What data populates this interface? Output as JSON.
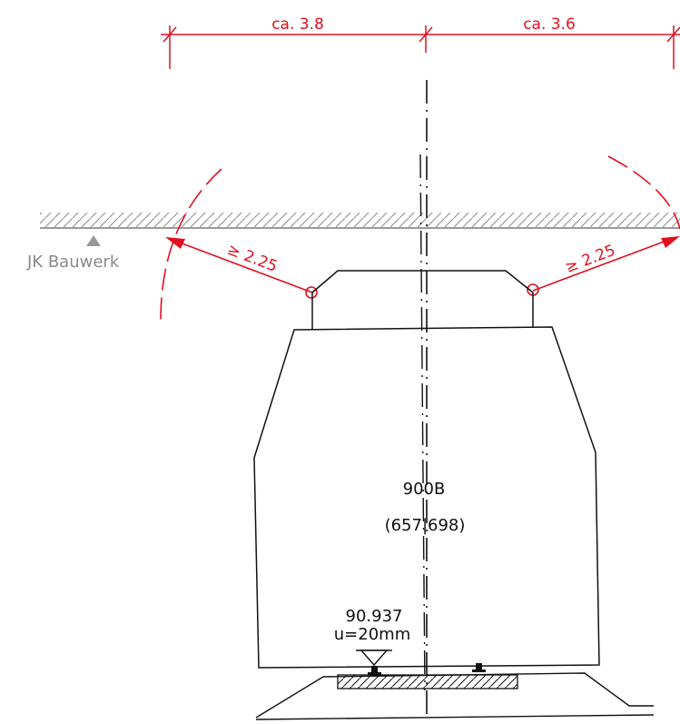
{
  "dimensions": {
    "left_width": "ca. 3.8",
    "right_width": "ca. 3.6",
    "left_clearance": "≥ 2.25",
    "right_clearance": "≥ 2.25"
  },
  "structure": {
    "soffit_label": "JK Bauwerk"
  },
  "vehicle": {
    "type_label": "900B",
    "ids_label": "(657|698)"
  },
  "track": {
    "level_label": "90.937",
    "cant_label": "u=20mm"
  },
  "colors": {
    "dimension": "#e01020",
    "outline": "#111111",
    "structure": "#9a9a9a"
  }
}
